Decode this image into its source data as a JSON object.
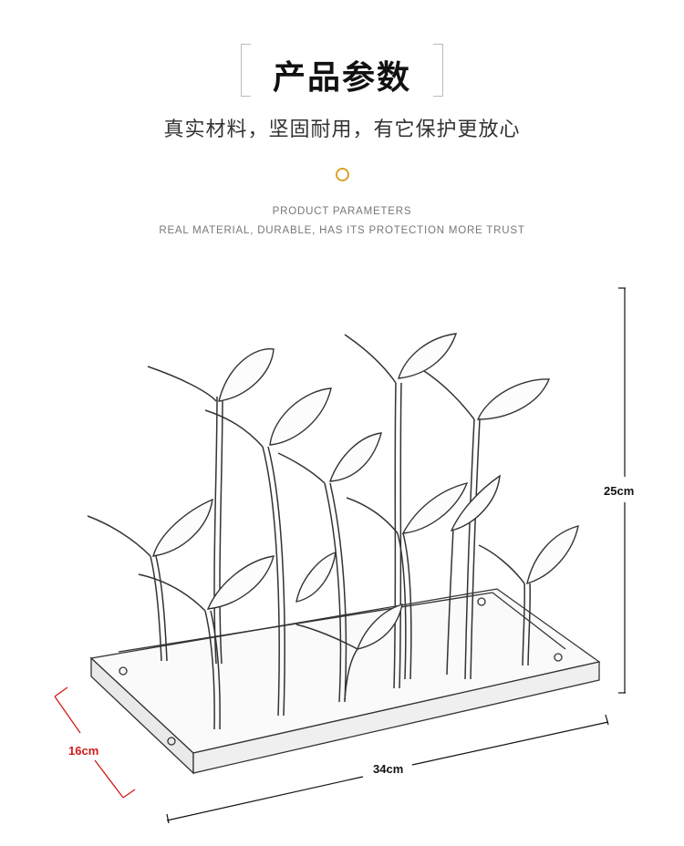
{
  "header": {
    "title": "产品参数",
    "subtitle": "真实材料，坚固耐用，有它保护更放心",
    "en_line1": "PRODUCT PARAMETERS",
    "en_line2": "REAL MATERIAL, DURABLE, HAS ITS PROTECTION MORE TRUST",
    "accent_color": "#d9a32a"
  },
  "dimensions": {
    "height": "25cm",
    "width": "34cm",
    "depth": "16cm",
    "depth_color": "#d31b1b"
  }
}
